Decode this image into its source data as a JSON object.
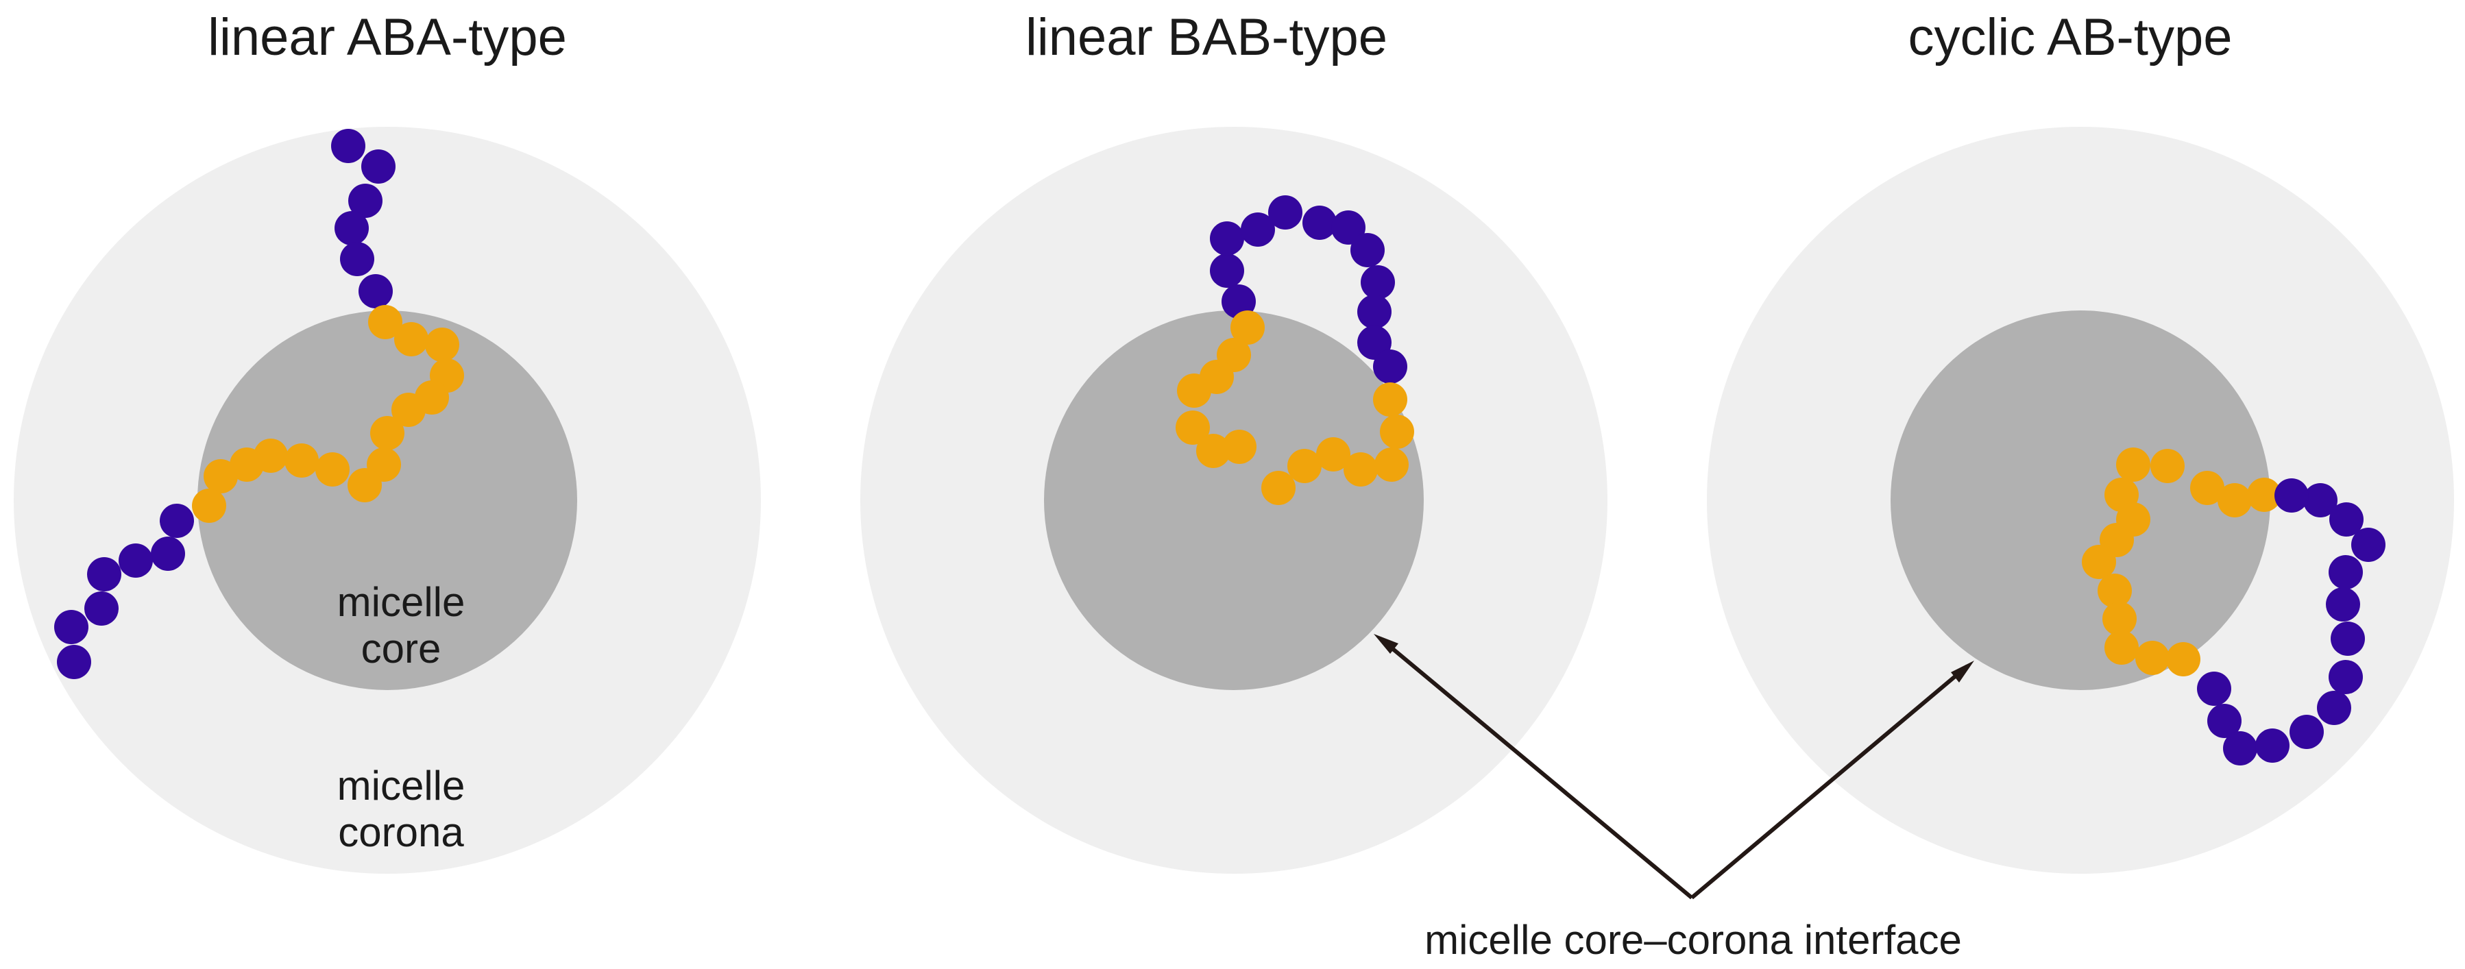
{
  "panels": [
    {
      "title": "linear ABA-type",
      "core_label": [
        "micelle",
        "core"
      ],
      "corona_label": [
        "micelle",
        "corona"
      ]
    },
    {
      "title": "linear BAB-type"
    },
    {
      "title": "cyclic AB-type"
    }
  ],
  "interface_label": "micelle core–corona interface",
  "colors": {
    "corona": "#efefef",
    "core": "#b1b1b1",
    "block_A_hydrophilic": "#34079e",
    "block_B_hydrophobic": "#f0a40c",
    "arrow": "#231815",
    "text": "#1a1a1a"
  }
}
